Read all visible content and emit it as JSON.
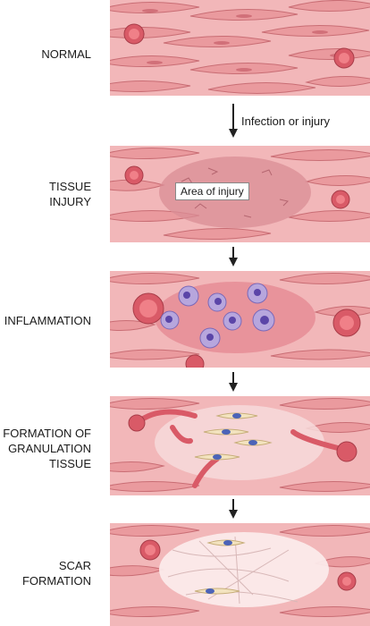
{
  "stages": [
    {
      "label": "NORMAL"
    },
    {
      "label": "TISSUE\nINJURY"
    },
    {
      "label": "INFLAMMATION"
    },
    {
      "label": "FORMATION OF\nGRANULATION\nTISSUE"
    },
    {
      "label": "SCAR\nFORMATION"
    }
  ],
  "transitions": {
    "first": "Infection or injury"
  },
  "annotations": {
    "injury_area": "Area of injury"
  },
  "colors": {
    "tissue_background": "#f2b7b9",
    "muscle_cell": "#ea9a9e",
    "muscle_cell_edge": "#c96d74",
    "capillary": "#d95a67",
    "neutrophil": "#b7a6dd",
    "fibroblast": "#f3e3bf",
    "fibroblast_nucleus": "#4b63b8"
  }
}
